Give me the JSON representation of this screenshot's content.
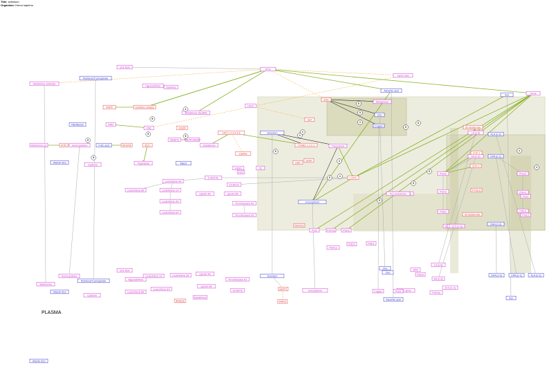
{
  "header": {
    "title_label": "Title:",
    "title_value": "selenium",
    "organism_label": "Organism:",
    "organism_value": "Homo sapiens"
  },
  "plasma_label": "PLASMA",
  "colors": {
    "gene": "#cc33cc",
    "metabolite": "#3333cc",
    "enzyme": "#e34040",
    "arrow_green": "#8ab22a",
    "arrow_orange": "#f5a623",
    "compartment": "#d8d8b8"
  },
  "nodes": [
    {
      "id": "n1",
      "label": "Methionine sulfoxide",
      "kind": "gene"
    },
    {
      "id": "n2",
      "label": "Pyridoxal 5'-phosphate",
      "kind": "metabolite"
    },
    {
      "id": "n3",
      "label": "Uric Acid",
      "kind": "gene"
    },
    {
      "id": "n4",
      "label": "Hypoxanthine",
      "kind": "gene"
    },
    {
      "id": "n5",
      "label": "Xanthine",
      "kind": "gene"
    },
    {
      "id": "n6",
      "label": "ROS",
      "kind": "gene"
    },
    {
      "id": "n7",
      "label": "Lipoic acid",
      "kind": "gene"
    },
    {
      "id": "n8",
      "label": "Ascorbic acid",
      "kind": "metabolite"
    },
    {
      "id": "n9",
      "label": "Iron",
      "kind": "metabolite"
    },
    {
      "id": "n10",
      "label": "Heme",
      "kind": "gene"
    },
    {
      "id": "n11",
      "label": "SOD",
      "kind": "enzyme"
    },
    {
      "id": "n12",
      "label": "Manganese",
      "kind": "gene"
    },
    {
      "id": "n13",
      "label": "Zinc",
      "kind": "metabolite"
    },
    {
      "id": "n14",
      "label": "Copper",
      "kind": "metabolite"
    },
    {
      "id": "n15",
      "label": "Riboflavine",
      "kind": "metabolite"
    },
    {
      "id": "n16",
      "label": "FMN",
      "kind": "gene"
    },
    {
      "id": "n17",
      "label": "PRPP",
      "kind": "enzyme"
    },
    {
      "id": "n18",
      "label": "Xanthine oxidase",
      "kind": "enzyme"
    },
    {
      "id": "n19",
      "label": "FAD",
      "kind": "gene"
    },
    {
      "id": "n20",
      "label": "Glutathione disulfide",
      "kind": "gene"
    },
    {
      "id": "n21",
      "label": "H2O2",
      "kind": "gene"
    },
    {
      "id": "n22",
      "label": "Selt",
      "kind": "enzyme"
    },
    {
      "id": "n23",
      "label": "GSSR",
      "kind": "enzyme"
    },
    {
      "id": "n24",
      "label": "Methionine (e)",
      "kind": "gene"
    },
    {
      "id": "n25",
      "label": "MTR",
      "kind": "enzyme"
    },
    {
      "id": "n26",
      "label": "Homocysteine",
      "kind": "gene"
    },
    {
      "id": "n27",
      "label": "Folic acid",
      "kind": "metabolite"
    },
    {
      "id": "n28",
      "label": "MTHFR",
      "kind": "enzyme"
    },
    {
      "id": "n29",
      "label": "IDO1",
      "kind": "enzyme"
    },
    {
      "id": "n30",
      "label": "NADPH",
      "kind": "gene"
    },
    {
      "id": "n31",
      "label": "NADPH/NADP",
      "kind": "gene"
    },
    {
      "id": "n32",
      "label": "Glutathione",
      "kind": "gene"
    },
    {
      "id": "n33",
      "label": "GPX 1,2,3,4 & 6",
      "kind": "enzyme"
    },
    {
      "id": "n34",
      "label": "Selenium",
      "kind": "metabolite"
    },
    {
      "id": "n35",
      "label": "TXNRD 1,2 & 3",
      "kind": "enzyme"
    },
    {
      "id": "n36",
      "label": "Thioredoxin",
      "kind": "gene"
    },
    {
      "id": "n37",
      "label": "LA (n-6)",
      "kind": "gene"
    },
    {
      "id": "n38",
      "label": "d6 desaturase",
      "kind": "enzyme"
    },
    {
      "id": "n39",
      "label": "ALA (n-3)",
      "kind": "metabolite"
    },
    {
      "id": "n40",
      "label": "Vitamin B12",
      "kind": "metabolite"
    },
    {
      "id": "n41",
      "label": "Cysteine",
      "kind": "gene"
    },
    {
      "id": "n42",
      "label": "Tryptophan",
      "kind": "gene"
    },
    {
      "id": "n43",
      "label": "Niacin",
      "kind": "metabolite"
    },
    {
      "id": "n44",
      "label": "Cystine",
      "kind": "enzyme"
    },
    {
      "id": "n45",
      "label": "GSR",
      "kind": "enzyme"
    },
    {
      "id": "n46",
      "label": "SelW",
      "kind": "enzyme"
    },
    {
      "id": "n47",
      "label": "Leukotriene A4",
      "kind": "gene"
    },
    {
      "id": "n48",
      "label": "Leukotriene B4",
      "kind": "gene"
    },
    {
      "id": "n49",
      "label": "Leukotriene C4",
      "kind": "gene"
    },
    {
      "id": "n50",
      "label": "Leukotriene D4",
      "kind": "gene"
    },
    {
      "id": "n51",
      "label": "Leukotriene E4",
      "kind": "gene"
    },
    {
      "id": "n52",
      "label": "5-HPETE",
      "kind": "gene"
    },
    {
      "id": "n53",
      "label": "15-HETE",
      "kind": "gene"
    },
    {
      "id": "n54",
      "label": "Lipoxin A4",
      "kind": "gene"
    },
    {
      "id": "n55",
      "label": "Lipoxin B4",
      "kind": "gene"
    },
    {
      "id": "n56",
      "label": "LOX5",
      "kind": "enzyme"
    },
    {
      "id": "n57",
      "label": "Eicosapentaenoic",
      "kind": "gene"
    },
    {
      "id": "n58",
      "label": "a-tocopherol",
      "kind": "metabolite"
    },
    {
      "id": "n59",
      "label": "AA (n-6)",
      "kind": "gene"
    },
    {
      "id": "n60",
      "label": "COX 1",
      "kind": "enzyme"
    },
    {
      "id": "n61",
      "label": "EPA (n-3)",
      "kind": "metabolite"
    },
    {
      "id": "n62",
      "label": "COX 2",
      "kind": "enzyme"
    },
    {
      "id": "n63",
      "label": "PGG2",
      "kind": "gene"
    },
    {
      "id": "n64",
      "label": "PGH2",
      "kind": "gene"
    },
    {
      "id": "n65",
      "label": "PGE2",
      "kind": "gene"
    },
    {
      "id": "n66",
      "label": "PTGES",
      "kind": "enzyme"
    },
    {
      "id": "n67",
      "label": "d5 desaturase",
      "kind": "enzyme"
    },
    {
      "id": "n68",
      "label": "PGG3",
      "kind": "gene"
    },
    {
      "id": "n69",
      "label": "PGH3",
      "kind": "gene"
    },
    {
      "id": "n70",
      "label": "PGE3",
      "kind": "gene"
    },
    {
      "id": "n71",
      "label": "DHA (n-3)",
      "kind": "metabolite"
    },
    {
      "id": "n72",
      "label": "Thromboxane A2",
      "kind": "gene"
    },
    {
      "id": "n73",
      "label": "Thromboxane B2",
      "kind": "gene"
    },
    {
      "id": "n74",
      "label": "TBXAS1",
      "kind": "enzyme"
    },
    {
      "id": "n75",
      "label": "PGI2",
      "kind": "gene"
    },
    {
      "id": "n76",
      "label": "PGF2a",
      "kind": "gene"
    },
    {
      "id": "n77",
      "label": "PGD2",
      "kind": "gene"
    },
    {
      "id": "n78",
      "label": "PGE1",
      "kind": "gene"
    },
    {
      "id": "n79",
      "label": "PGD1",
      "kind": "gene"
    },
    {
      "id": "n80",
      "label": "PGF1a",
      "kind": "gene"
    },
    {
      "id": "n81",
      "label": "DGLA (n-6)",
      "kind": "gene"
    },
    {
      "id": "n82",
      "label": "Zinc",
      "kind": "metabolite"
    },
    {
      "id": "n83",
      "label": "Copper",
      "kind": "gene"
    },
    {
      "id": "n84",
      "label": "Ascorbic acid",
      "kind": "metabolite"
    },
    {
      "id": "n85",
      "label": "AA (n-6)",
      "kind": "gene"
    },
    {
      "id": "n86",
      "label": "DHA (n-3)",
      "kind": "metabolite"
    },
    {
      "id": "n87",
      "label": "EPA (n-3)",
      "kind": "metabolite"
    },
    {
      "id": "n88",
      "label": "ALA (n-3)",
      "kind": "metabolite"
    },
    {
      "id": "n89",
      "label": "Iron",
      "kind": "metabolite"
    },
    {
      "id": "n90",
      "label": "Selenium",
      "kind": "metabolite"
    },
    {
      "id": "n91",
      "label": "SEPP1",
      "kind": "enzyme"
    },
    {
      "id": "n92",
      "label": "PRPS",
      "kind": "enzyme"
    },
    {
      "id": "n93",
      "label": "a-tocopherol",
      "kind": "gene"
    },
    {
      "id": "n94",
      "label": "Methionine",
      "kind": "gene"
    },
    {
      "id": "n95",
      "label": "Vitamin B12",
      "kind": "metabolite"
    },
    {
      "id": "n96",
      "label": "Homocysteine",
      "kind": "gene"
    },
    {
      "id": "n97",
      "label": "Pyridoxal 5'-phosphate",
      "kind": "metabolite"
    },
    {
      "id": "n98",
      "label": "Cysteine",
      "kind": "gene"
    },
    {
      "id": "n99",
      "label": "Uric Acid",
      "kind": "gene"
    },
    {
      "id": "n100",
      "label": "Hypoxanthine",
      "kind": "gene"
    },
    {
      "id": "n101",
      "label": "Leukotriene B4",
      "kind": "gene"
    },
    {
      "id": "n102",
      "label": "Leukotriene C4",
      "kind": "gene"
    },
    {
      "id": "n103",
      "label": "Leukotriene E4",
      "kind": "gene"
    },
    {
      "id": "n104",
      "label": "Leukotriene D4",
      "kind": "gene"
    },
    {
      "id": "n105",
      "label": "NAD(H)",
      "kind": "enzyme"
    },
    {
      "id": "n106",
      "label": "Lipoxin A4",
      "kind": "gene"
    },
    {
      "id": "n107",
      "label": "Lipoxin B4",
      "kind": "gene"
    },
    {
      "id": "n108",
      "label": "Glutathione",
      "kind": "gene"
    },
    {
      "id": "n109",
      "label": "15-HETE",
      "kind": "gene"
    },
    {
      "id": "n110",
      "label": "Thromboxane A2",
      "kind": "gene"
    },
    {
      "id": "n111",
      "label": "Fe2 protoheme",
      "kind": "gene"
    },
    {
      "id": "n112",
      "label": "PCI ojmrz",
      "kind": "gene"
    },
    {
      "id": "n113",
      "label": "LA (n-6)",
      "kind": "gene"
    },
    {
      "id": "n114",
      "label": "Vitamin B12",
      "kind": "metabolite"
    },
    {
      "id": "n115",
      "label": "Zinc",
      "kind": "metabolite"
    },
    {
      "id": "n116",
      "label": "PGI3",
      "kind": "gene"
    },
    {
      "id": "n117",
      "label": "12-HETE",
      "kind": "gene"
    },
    {
      "id": "n118",
      "label": "GSSG",
      "kind": "gene"
    },
    {
      "id": "n119",
      "label": "O2",
      "kind": "gene"
    },
    {
      "id": "n120",
      "label": "H2O",
      "kind": "gene"
    },
    {
      "id": "n121",
      "label": "PGE3",
      "kind": "gene"
    },
    {
      "id": "n122",
      "label": "PGI3",
      "kind": "gene"
    },
    {
      "id": "n123",
      "label": "22:5 (n-6)",
      "kind": "gene"
    },
    {
      "id": "n124",
      "label": "22:5 (n-3)",
      "kind": "gene"
    },
    {
      "id": "n125",
      "label": "DPA",
      "kind": "gene"
    },
    {
      "id": "n126",
      "label": "PGD3",
      "kind": "gene"
    },
    {
      "id": "n127",
      "label": "PGF3a",
      "kind": "gene"
    }
  ],
  "edge_labels": [
    "B",
    "B",
    "A",
    "B",
    "B",
    "B",
    "B",
    "B",
    "A",
    "A",
    "B",
    "B",
    "A",
    "A",
    "A",
    "A",
    "B",
    "A",
    "B",
    "B",
    "B",
    "B"
  ]
}
